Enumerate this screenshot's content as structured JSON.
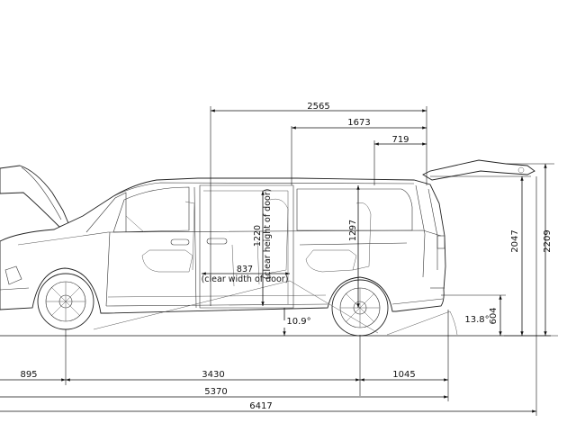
{
  "dimensions": {
    "sliding_door_opening": "2565",
    "seat_to_rear": "1673",
    "rear_overhang_top": "719",
    "clear_height_value": "1220",
    "clear_height_label": "(clear height of door)",
    "clear_width_value": "837",
    "clear_width_label": "(clear width of door)",
    "height_1297": "1297",
    "height_2047": "2047",
    "height_2209": "2209",
    "height_604": "604",
    "departure_angle": "13.8°",
    "ramp_angle": "10.9°",
    "front_overhang": "895",
    "wheelbase": "3430",
    "rear_overhang": "1045",
    "overall_length": "5370",
    "length_with_tailgate": "6417"
  }
}
